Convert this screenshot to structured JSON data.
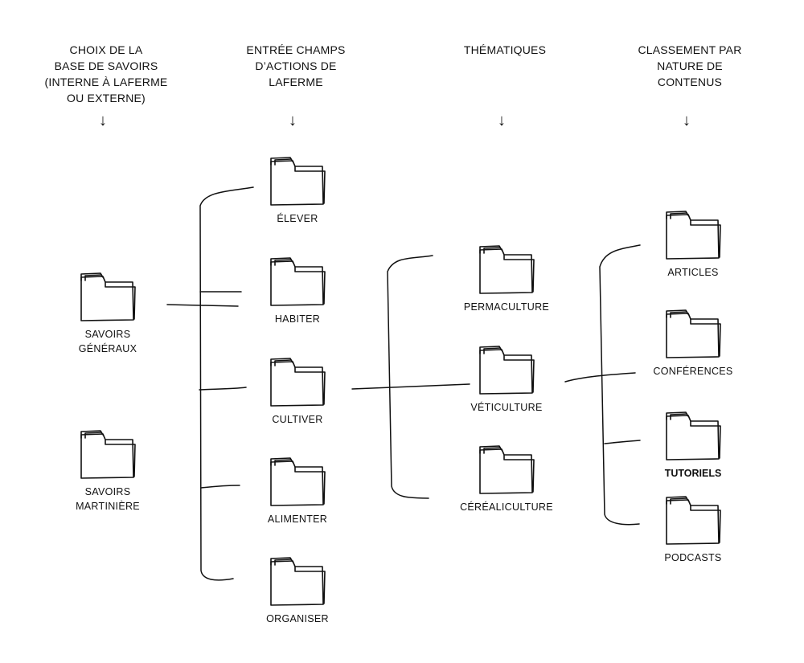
{
  "columns": [
    {
      "id": "base",
      "title_lines": [
        "CHOIX DE LA",
        "BASE DE SAVOIRS",
        "(INTERNE À LAFERME",
        "OU EXTERNE)"
      ],
      "arrow": "↓"
    },
    {
      "id": "champs",
      "title_lines": [
        "ENTRÉE CHAMPS",
        "D’ACTIONS DE",
        "LAFERME"
      ],
      "arrow": "↓"
    },
    {
      "id": "thematiques",
      "title_lines": [
        "THÉMATIQUES"
      ],
      "arrow": "↓"
    },
    {
      "id": "nature",
      "title_lines": [
        "CLASSEMENT PAR",
        "NATURE DE",
        "CONTENUS"
      ],
      "arrow": "↓"
    }
  ],
  "nodes": {
    "base": [
      {
        "lines": [
          "SAVOIRS",
          "GÉNÉRAUX"
        ],
        "icon": "folder-icon"
      },
      {
        "lines": [
          "SAVOIRS",
          "MARTINIÈRE"
        ],
        "icon": "folder-icon"
      }
    ],
    "champs": [
      {
        "lines": [
          "ÉLEVER"
        ],
        "icon": "folder-icon"
      },
      {
        "lines": [
          "HABITER"
        ],
        "icon": "folder-icon"
      },
      {
        "lines": [
          "CULTIVER"
        ],
        "icon": "folder-icon"
      },
      {
        "lines": [
          "ALIMENTER"
        ],
        "icon": "folder-icon"
      },
      {
        "lines": [
          "ORGANISER"
        ],
        "icon": "folder-icon"
      }
    ],
    "thematiques": [
      {
        "lines": [
          "PERMACULTURE"
        ],
        "icon": "folder-icon"
      },
      {
        "lines": [
          "VÉTICULTURE"
        ],
        "icon": "folder-icon"
      },
      {
        "lines": [
          "CÉRÉALICULTURE"
        ],
        "icon": "folder-icon"
      }
    ],
    "nature": [
      {
        "lines": [
          "ARTICLES"
        ],
        "icon": "folder-icon"
      },
      {
        "lines": [
          "CONFÉRENCES"
        ],
        "icon": "folder-icon"
      },
      {
        "lines": [
          "TUTORIELS"
        ],
        "icon": "folder-icon",
        "emphasis": true
      },
      {
        "lines": [
          "PODCASTS"
        ],
        "icon": "folder-icon"
      }
    ]
  },
  "colors": {
    "ink": "#111111",
    "background": "#ffffff"
  }
}
